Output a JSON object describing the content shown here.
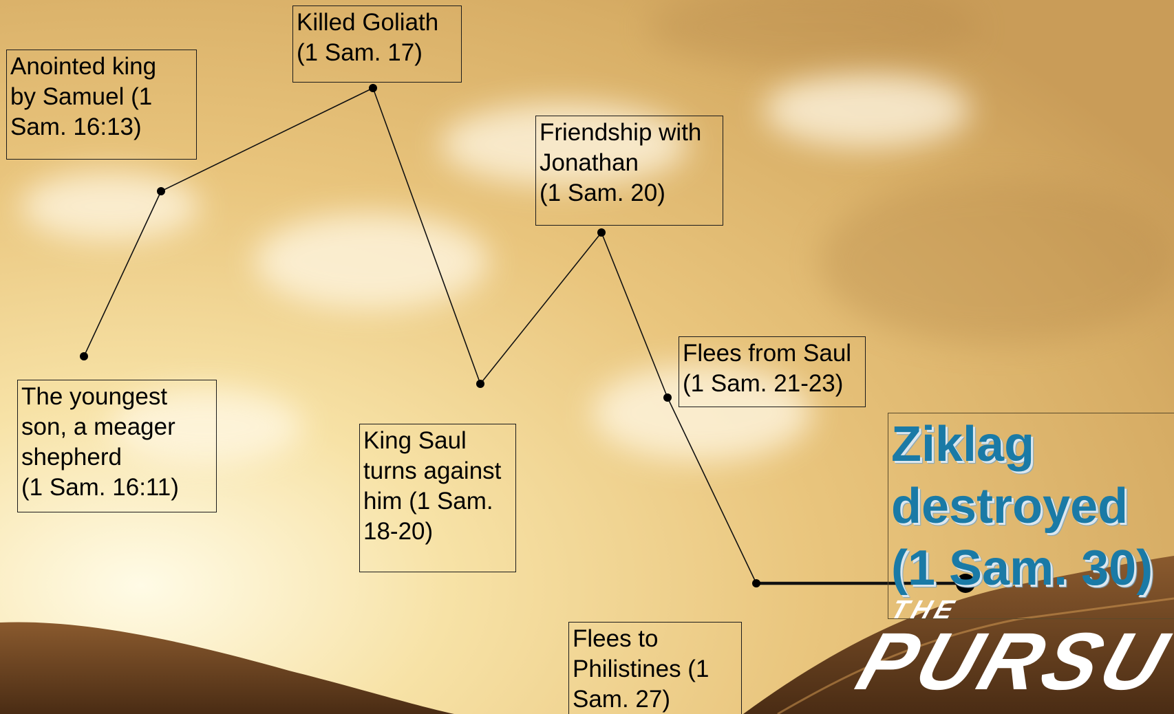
{
  "events": [
    {
      "id": "youngest-son",
      "text": "The youngest\nson, a meager\nshepherd\n(1 Sam. 16:11)",
      "level": 0.49
    },
    {
      "id": "anointed-king",
      "text": "Anointed king\nby Samuel (1\nSam. 16:13)",
      "level": 0.73
    },
    {
      "id": "killed-goliath",
      "text": "Killed Goliath\n(1 Sam. 17)",
      "level": 0.88
    },
    {
      "id": "saul-turns",
      "text": "King Saul\nturns against\nhim (1 Sam.\n18-20)",
      "level": 0.45
    },
    {
      "id": "jonathan",
      "text": "Friendship with\nJonathan\n(1 Sam. 20)",
      "level": 0.67
    },
    {
      "id": "flees-saul",
      "text": "Flees from Saul\n(1 Sam. 21-23)",
      "level": 0.43
    },
    {
      "id": "flees-philistines",
      "text": "Flees to\nPhilistines (1\nSam. 27)",
      "level": 0.16
    },
    {
      "id": "ziklag",
      "text": "Ziklag\ndestroyed\n(1 Sam. 30)",
      "level": 0.16
    }
  ],
  "highlight_color": "#1a7aa6",
  "logo": {
    "small": "THE",
    "large": "PURSU"
  }
}
